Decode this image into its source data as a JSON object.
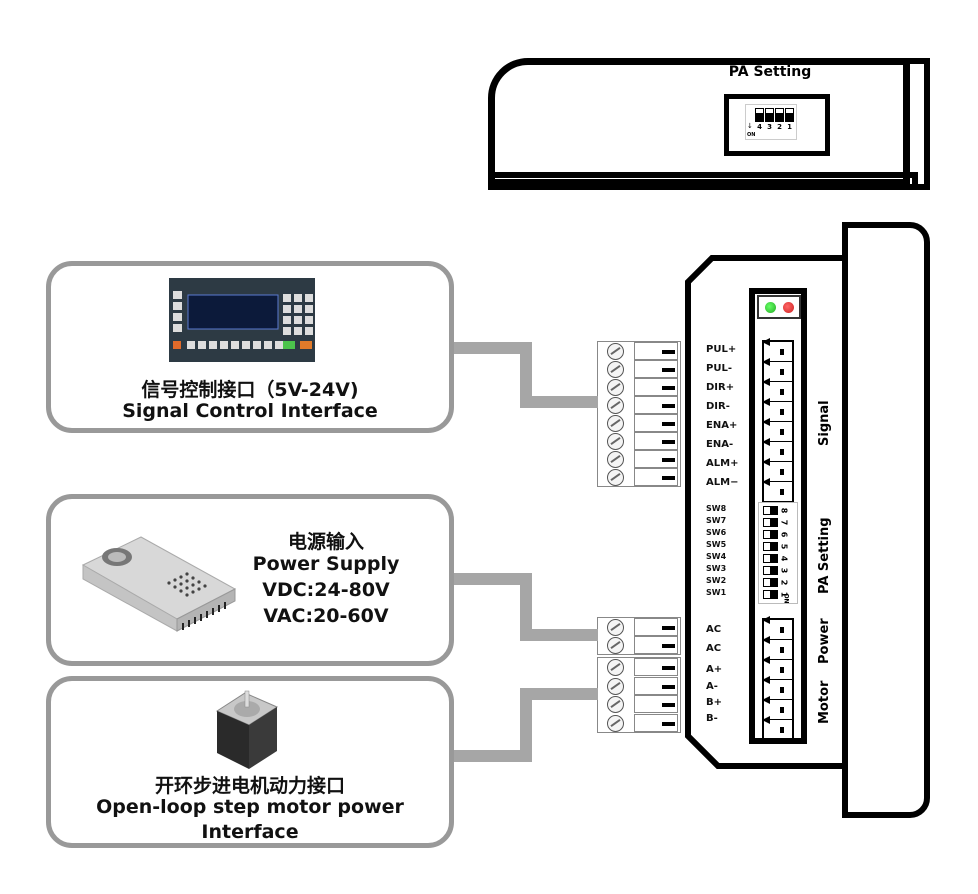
{
  "top_view": {
    "title": "PA Setting",
    "dip_switches": [
      "4",
      "3",
      "2",
      "1"
    ],
    "dip_on_label": "ON"
  },
  "driver": {
    "leds": [
      {
        "name": "power-led",
        "color": "#33bb33"
      },
      {
        "name": "alarm-led",
        "color": "#dd2222"
      }
    ],
    "signal_pins": [
      "PUL+",
      "PUL-",
      "DIR+",
      "DIR-",
      "ENA+",
      "ENA-",
      "ALM+",
      "ALM−"
    ],
    "signal_group_label": "Signal",
    "sw_labels": [
      "SW8",
      "SW7",
      "SW6",
      "SW5",
      "SW4",
      "SW3",
      "SW2",
      "SW1"
    ],
    "dip_numbers": [
      "8",
      "7",
      "6",
      "5",
      "4",
      "3",
      "2",
      "1"
    ],
    "dip_on_label": "ON",
    "pa_group_label": "PA Setting",
    "power_pins": [
      "AC",
      "AC"
    ],
    "power_group_label": "Power",
    "motor_pins": [
      "A+",
      "A-",
      "B+",
      "B-"
    ],
    "motor_group_label": "Motor"
  },
  "cards": {
    "signal": {
      "title_cn": "信号控制接口（5V-24V)",
      "title_en": "Signal Control Interface",
      "device": "text-display-controller"
    },
    "power": {
      "title_cn": "电源输入",
      "title_en": "Power Supply",
      "vdc": "VDC:24-80V",
      "vac": "VAC:20-60V",
      "device": "switching-power-supply"
    },
    "motor": {
      "title_cn": "开环步进电机动力接口",
      "title_en_1": "Open-loop step motor power",
      "title_en_2": "Interface",
      "device": "stepper-motor"
    }
  },
  "colors": {
    "wire": "#a6a6a6",
    "card_border": "#999999",
    "outline": "#000000"
  }
}
